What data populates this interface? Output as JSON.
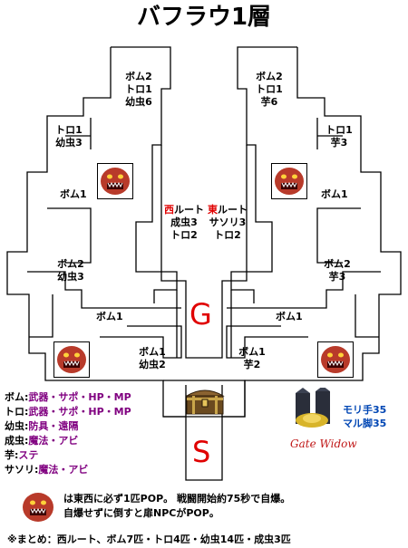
{
  "title": "バフラウ1層",
  "route_info": {
    "west_char": "西",
    "west_rest": "ルート",
    "east_char": "東",
    "east_rest": "ルート",
    "west_line2": "成虫3",
    "west_line3": "トロ2",
    "east_line2": "サソリ3",
    "east_line3": "トロ2"
  },
  "rooms": {
    "top_left": [
      "ボム2",
      "トロ1",
      "幼虫6"
    ],
    "top_right": [
      "ボム2",
      "トロ1",
      "芋6"
    ],
    "left_upper": [
      "トロ1",
      "幼虫3"
    ],
    "right_upper": [
      "トロ1",
      "芋3"
    ],
    "left_mid_bom": "ボム1",
    "right_mid_bom": "ボム1",
    "left_lower": [
      "ボム2",
      "幼虫3"
    ],
    "right_lower": [
      "ボム2",
      "芋3"
    ],
    "left_corridor": "ボム1",
    "right_corridor": "ボム1",
    "center_left": [
      "ボム1",
      "幼虫2"
    ],
    "center_right": [
      "ボム1",
      "芋2"
    ]
  },
  "goal_label": "G",
  "start_label": "S",
  "legend": [
    {
      "name": "ボム:",
      "drops": "武器・サポ・HP・MP"
    },
    {
      "name": "トロ:",
      "drops": "武器・サポ・HP・MP"
    },
    {
      "name": "幼虫:",
      "drops": "防具・遠隔"
    },
    {
      "name": "成虫:",
      "drops": "魔法・アビ"
    },
    {
      "name": "芋:",
      "drops": "ステ"
    },
    {
      "name": "サソリ:",
      "drops": "魔法・アビ"
    }
  ],
  "boss": {
    "line1": "モリ手35",
    "line2": "マル脚35",
    "logo_text": "Gate Widow"
  },
  "note": {
    "line1": "は東西に必ず1匹POP。 戦闘開始約75秒で自爆。",
    "line2": "自爆せずに倒すと扉NPCがPOP。"
  },
  "summary": "※まとめ：西ルート、ボム7匹・トロ4匹・幼虫14匹・成虫3匹",
  "colors": {
    "route_red": "#e00000",
    "drop_purple": "#800080",
    "boss_blue": "#0046b4",
    "monster_red": "#b83a2a",
    "chest_brown": "#6b4a1f"
  }
}
